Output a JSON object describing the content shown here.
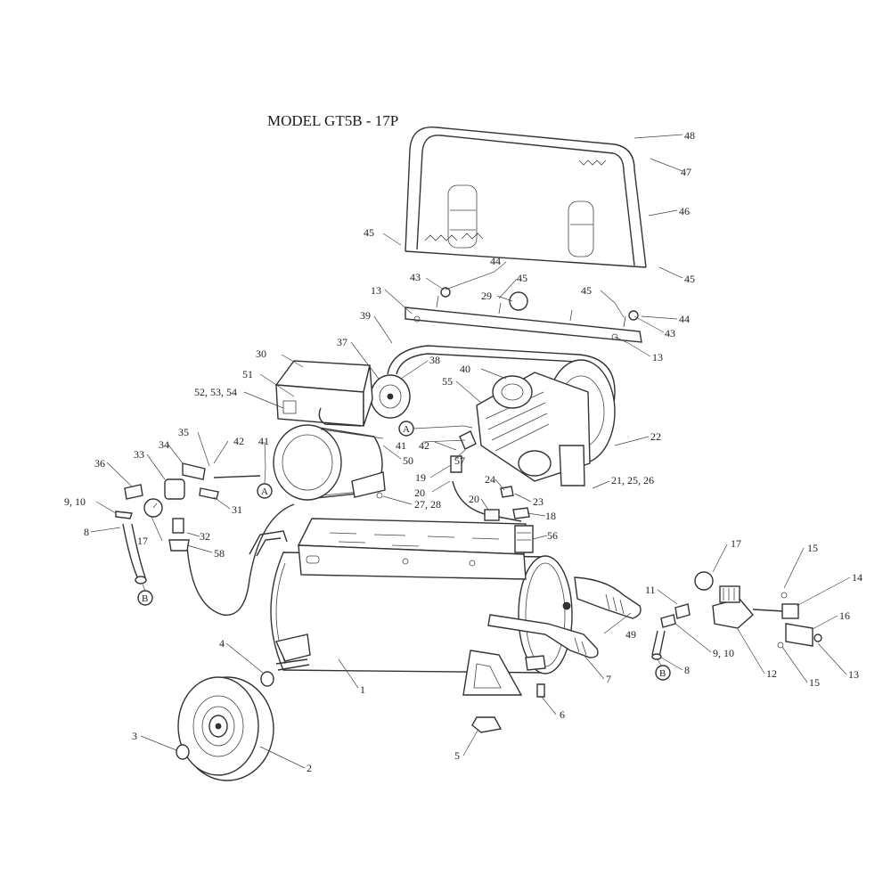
{
  "title": "MODEL GT5B - 17P",
  "labels": {
    "l48": "48",
    "l47": "47",
    "l46": "46",
    "l45a": "45",
    "l45b": "45",
    "l44a": "44",
    "l43a": "43",
    "l45c": "45",
    "l13a": "13",
    "l29": "29",
    "l45d": "45",
    "l44b": "44",
    "l43b": "43",
    "l39": "39",
    "l13b": "13",
    "l37": "37",
    "l38": "38",
    "l30": "30",
    "l51": "51",
    "l52": "52, 53, 54",
    "l40": "40",
    "l55": "55",
    "l41a": "41",
    "l42a": "42",
    "l22": "22",
    "l35": "35",
    "l42b": "42",
    "l41b": "41",
    "l34": "34",
    "l36": "36",
    "l33": "33",
    "l57": "57",
    "l19": "19",
    "l50": "50",
    "l21": "21, 25, 26",
    "l24": "24",
    "l20a": "20",
    "l20b": "20",
    "l23": "23",
    "l9a": "9, 10",
    "l31": "31",
    "l27": "27, 28",
    "l18": "18",
    "l8a": "8",
    "l17a": "17",
    "l32": "32",
    "l58": "58",
    "l56": "56",
    "l17b": "17",
    "l15a": "15",
    "l14": "14",
    "l11": "11",
    "l16": "16",
    "l49": "49",
    "l4": "4",
    "l1": "1",
    "l9b": "9, 10",
    "l8b": "8",
    "l12": "12",
    "l15b": "15",
    "l13c": "13",
    "l7": "7",
    "l6": "6",
    "l3": "3",
    "l2": "2",
    "l5": "5"
  },
  "callouts": {
    "a1": "A",
    "a2": "A",
    "b1": "B",
    "b2": "B"
  }
}
